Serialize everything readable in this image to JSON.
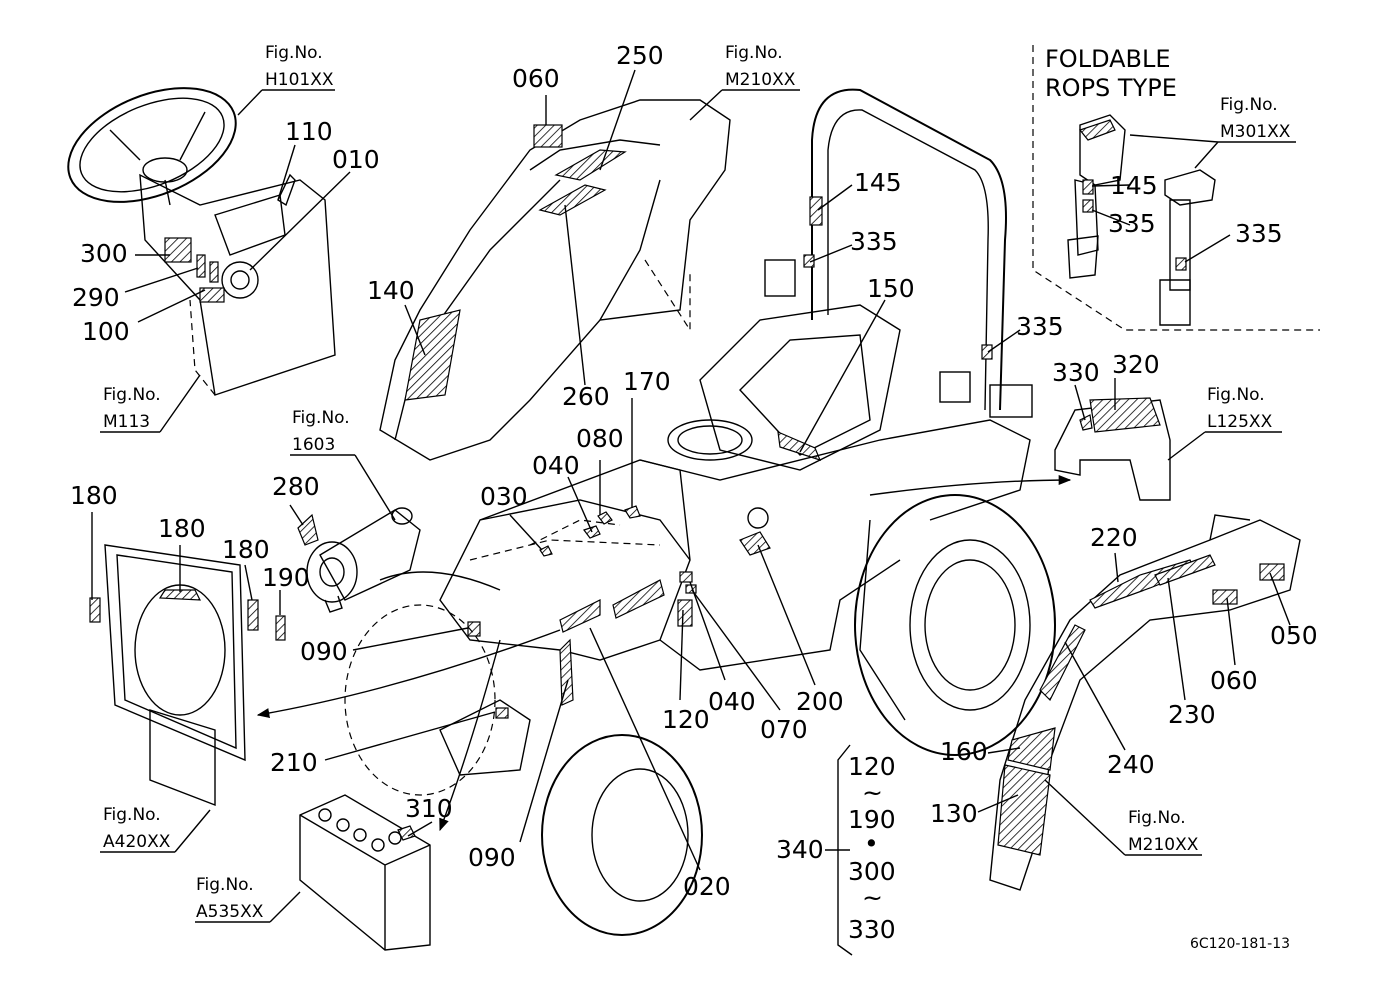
{
  "diagram": {
    "code": "6C120-181-13",
    "foldable_title_line1": "FOLDABLE",
    "foldable_title_line2": "ROPS  TYPE",
    "fig_prefix": "Fig.No.",
    "figs": {
      "h101": "H101XX",
      "m210_top": "M210XX",
      "m301": "M301XX",
      "m113": "M113",
      "f1603": "1603",
      "l125": "L125XX",
      "a420": "A420XX",
      "a535": "A535XX",
      "m210_bottom": "M210XX"
    },
    "labels": {
      "p060a": "060",
      "p250": "250",
      "p110": "110",
      "p010": "010",
      "p300": "300",
      "p290": "290",
      "p100": "100",
      "p140": "140",
      "p260": "260",
      "p145a": "145",
      "p335a": "335",
      "p150": "150",
      "p335b": "335",
      "p145b": "145",
      "p335c": "335",
      "p335d": "335",
      "p330": "330",
      "p320": "320",
      "p170": "170",
      "p080": "080",
      "p040a": "040",
      "p030": "030",
      "p280": "280",
      "p180a": "180",
      "p180b": "180",
      "p180c": "180",
      "p190": "190",
      "p090a": "090",
      "p210": "210",
      "p310": "310",
      "p090b": "090",
      "p020": "020",
      "p120": "120",
      "p040b": "040",
      "p070": "070",
      "p200": "200",
      "p220": "220",
      "p050": "050",
      "p060b": "060",
      "p230": "230",
      "p240": "240",
      "p160": "160",
      "p130": "130",
      "p340": "340"
    },
    "range_group": {
      "r1": "120",
      "tilde1": "~",
      "r2": "190",
      "dot": "•",
      "r3": "300",
      "tilde2": "~",
      "r4": "330"
    }
  }
}
